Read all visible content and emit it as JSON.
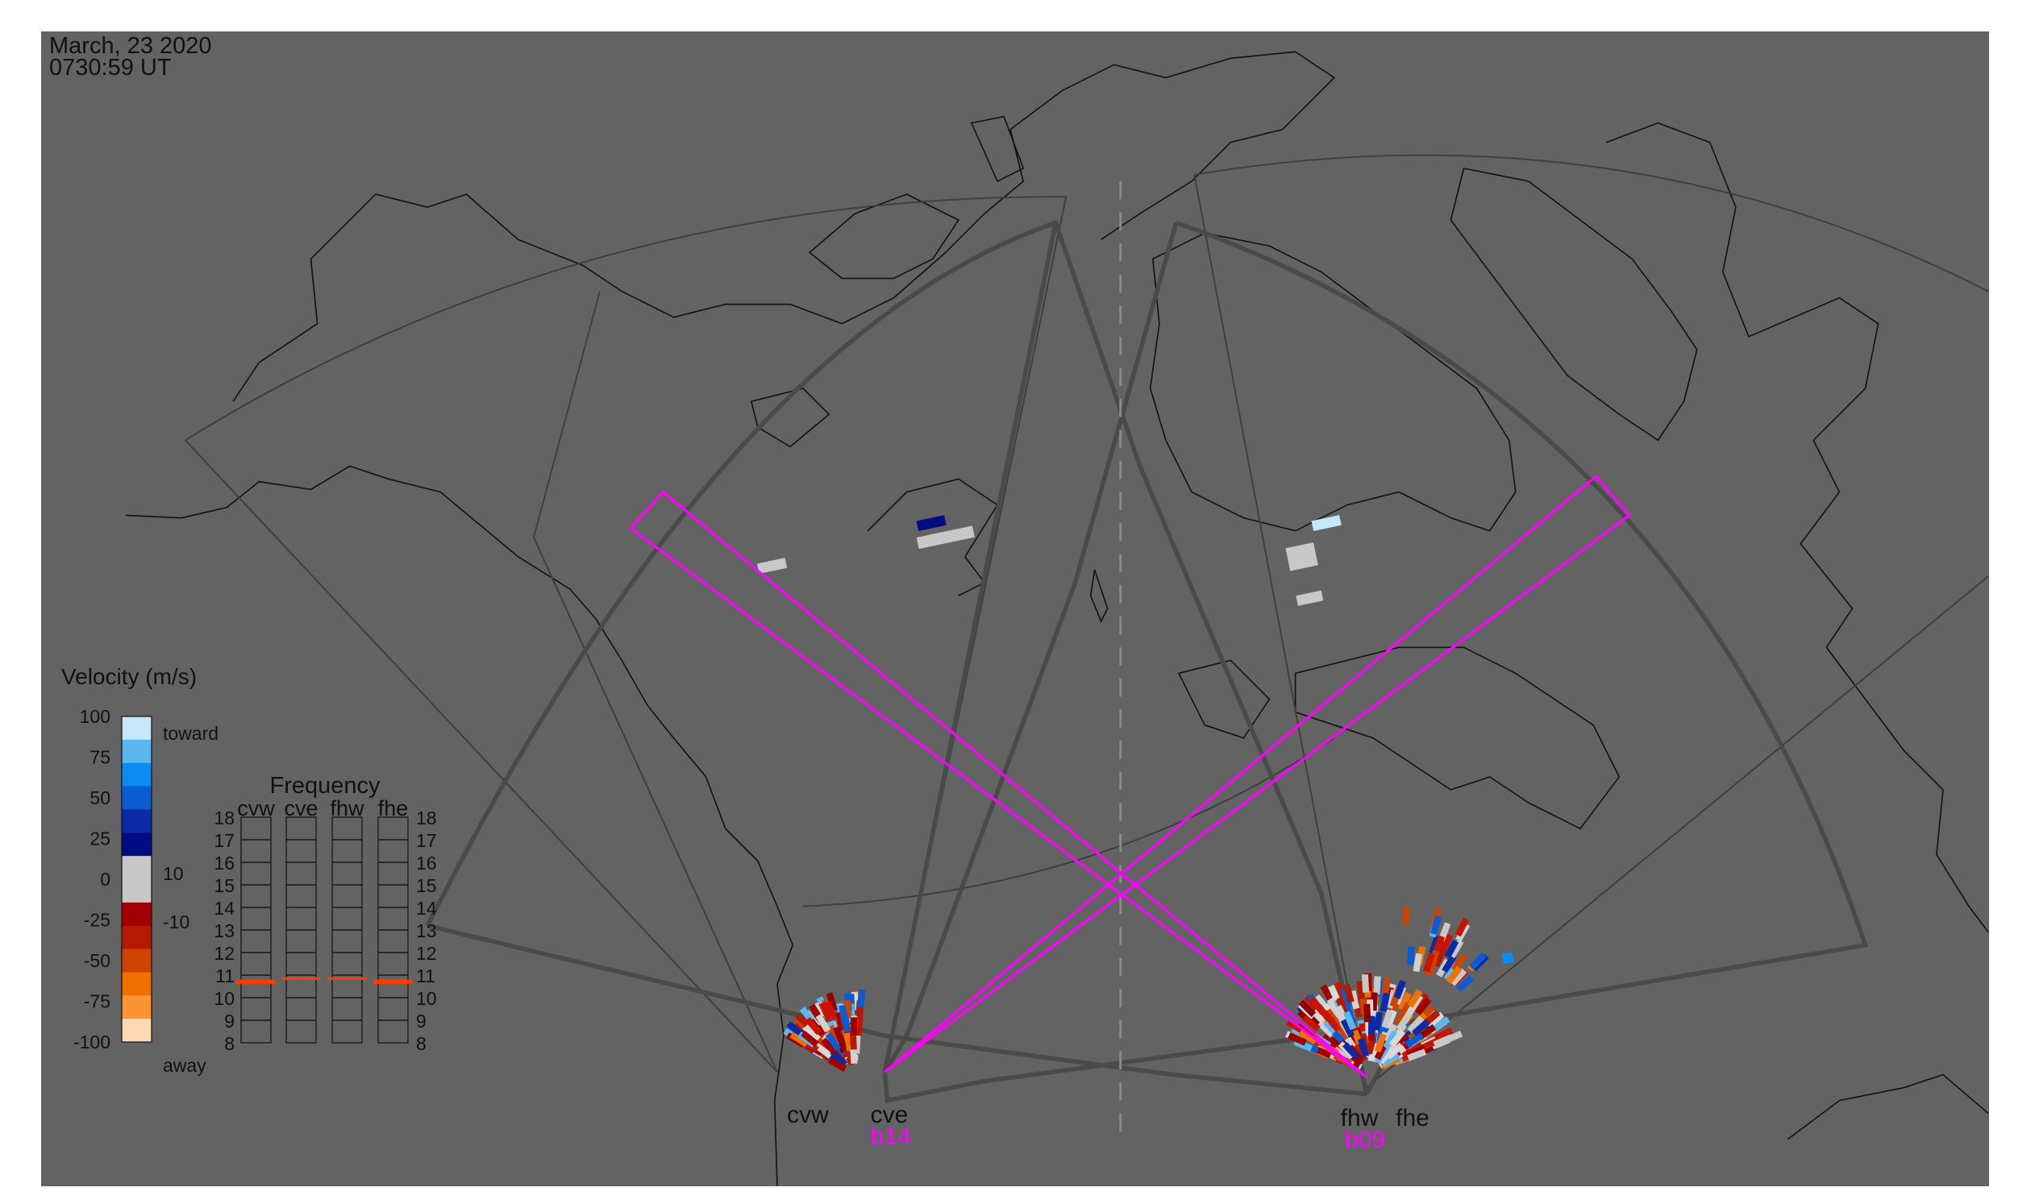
{
  "header": {
    "date": "March, 23 2020",
    "time": "0730:59 UT"
  },
  "legend": {
    "title": "Velocity (m/s)",
    "ticks": [
      "100",
      "75",
      "50",
      "25",
      "0",
      "-25",
      "-50",
      "-75",
      "-100"
    ],
    "inner_ticks": [
      "10",
      "-10"
    ],
    "toward_label": "toward",
    "away_label": "away",
    "colors": [
      "#c6e6fa",
      "#5db7ef",
      "#0a8cf0",
      "#0a5cd0",
      "#0a2aa8",
      "#000c80",
      "#c8c8c8",
      "#c8c8c8",
      "#a00000",
      "#b41a00",
      "#cc4400",
      "#f07000",
      "#fb9433",
      "#fdd8b0"
    ]
  },
  "frequency": {
    "title": "Frequency",
    "radars": [
      "cvw",
      "cve",
      "fhw",
      "fhe"
    ],
    "ticks": [
      "18",
      "17",
      "16",
      "15",
      "14",
      "13",
      "12",
      "11",
      "10",
      "9",
      "8"
    ],
    "active_mhz": {
      "cvw": [
        10.6,
        10.8
      ],
      "cve": [
        10.85,
        10.9
      ],
      "fhw": [
        10.85,
        10.9
      ],
      "fhe": [
        10.6,
        10.8
      ]
    },
    "marker_color": "#ff3c00"
  },
  "sites": [
    {
      "names": [
        "cvw",
        "cve"
      ],
      "beam": "b14"
    },
    {
      "names": [
        "fhw",
        "fhe"
      ],
      "beam": "b09"
    }
  ],
  "colors": {
    "background": "#636363",
    "beam": "#ff00ff",
    "fov": "#4a4a4a"
  }
}
